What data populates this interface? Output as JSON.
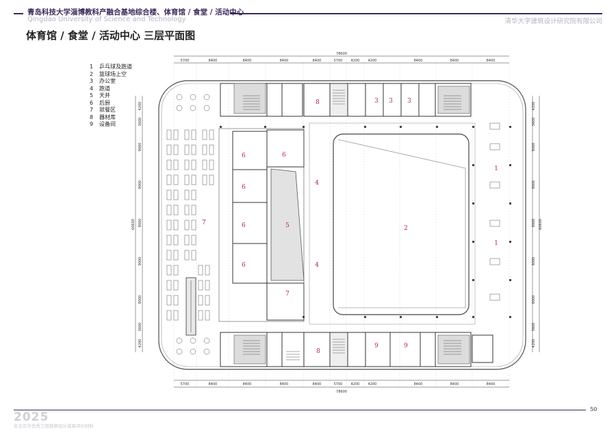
{
  "header": {
    "title": "青岛科技大学淄博教科产融合基地综合楼、体育馆 / 食堂 / 活动中心",
    "subtitle": "Qingdao University of Science and Technology",
    "firm": "清华大学建筑设计研究院有限公司"
  },
  "page_title": "体育馆 / 食堂 / 活动中心 三层平面图",
  "legend": [
    {
      "num": "1",
      "label": "乒乓球及跑道"
    },
    {
      "num": "2",
      "label": "篮球场上空"
    },
    {
      "num": "3",
      "label": "办公室"
    },
    {
      "num": "4",
      "label": "跑道"
    },
    {
      "num": "5",
      "label": "天井"
    },
    {
      "num": "6",
      "label": "后厨"
    },
    {
      "num": "7",
      "label": "就餐区"
    },
    {
      "num": "8",
      "label": "器材库"
    },
    {
      "num": "9",
      "label": "设备间"
    }
  ],
  "dimensions": {
    "total": "78600",
    "bays": [
      "5700",
      "8400",
      "8400",
      "8400",
      "8400",
      "5700",
      "4200",
      "4200",
      "8400",
      "8400",
      "8400"
    ],
    "left_side": [
      "4200",
      "3600",
      "9000",
      "9000",
      "9000",
      "9000",
      "9000",
      "3600",
      "4200"
    ],
    "right_side": [
      "4200",
      "3600",
      "9000",
      "9000",
      "9000",
      "9000",
      "9000",
      "3600",
      "4200"
    ],
    "side_total": "60600"
  },
  "room_labels": [
    {
      "num": "1"
    },
    {
      "num": "1"
    },
    {
      "num": "2"
    },
    {
      "num": "3"
    },
    {
      "num": "3"
    },
    {
      "num": "3"
    },
    {
      "num": "4"
    },
    {
      "num": "4"
    },
    {
      "num": "5"
    },
    {
      "num": "6"
    },
    {
      "num": "6"
    },
    {
      "num": "6"
    },
    {
      "num": "6"
    },
    {
      "num": "6"
    },
    {
      "num": "7"
    },
    {
      "num": "7"
    },
    {
      "num": "8"
    },
    {
      "num": "8"
    },
    {
      "num": "9"
    },
    {
      "num": "9"
    }
  ],
  "footer": {
    "year": "2025",
    "note": "年北京市优秀工程勘察设计成果评价材料",
    "page": "50"
  }
}
